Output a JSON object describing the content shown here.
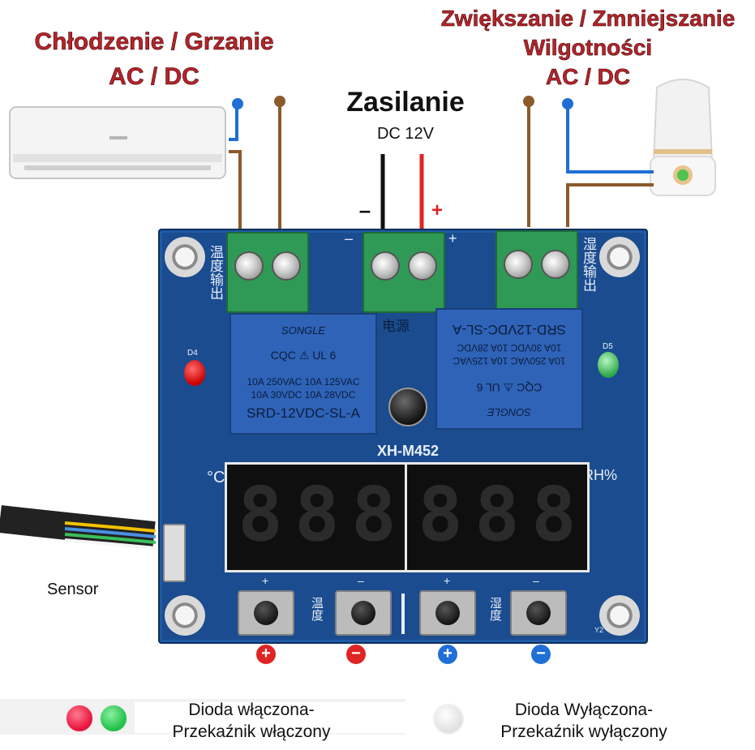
{
  "labels": {
    "cooling_heating_line1": "Chłodzenie / Grzanie",
    "cooling_heating_line2": "AC / DC",
    "humidity_line1": "Zwiększanie / Zmniejszanie",
    "humidity_line2": "Wilgotności",
    "humidity_line3": "AC / DC",
    "power_title": "Zasilanie",
    "power_voltage": "DC 12V",
    "minus_sign": "–",
    "plus_sign": "+",
    "sensor": "Sensor"
  },
  "board": {
    "model": "XH-M452",
    "left_output_label": "温度输出",
    "right_output_label": "湿度输出",
    "power_label": "电源",
    "pcb_minus": "–",
    "pcb_plus": "+",
    "unit_celsius": "°C",
    "unit_rh": "RH%",
    "led_left_label": "D4",
    "led_right_label": "D5",
    "corner_label": "Y2",
    "temp_label": "温度",
    "hum_label": "湿度",
    "btn_plus_mark": "+",
    "btn_minus_mark": "–",
    "relay_left": {
      "brand": "SONGLE",
      "rating1": "10A 250VAC  10A 125VAC",
      "rating2": "10A 30VDC  10A 28VDC",
      "model": "SRD-12VDC-SL-A",
      "certs": "CQC ⚠ UL  6"
    },
    "relay_right": {
      "brand": "SONGLE",
      "rating1": "10A 250VAC  10A 125VAC",
      "rating2": "10A 30VDC  10A 28VDC",
      "model": "SRD-12VDC-SL-A",
      "certs": "CQC ⚠ UL  6"
    },
    "display_digits": [
      "8",
      "8",
      "8",
      "8",
      "8",
      "8"
    ]
  },
  "buttons": [
    {
      "sign": "+",
      "color": "#e02424"
    },
    {
      "sign": "−",
      "color": "#e02424"
    },
    {
      "sign": "+",
      "color": "#1f6fd6"
    },
    {
      "sign": "−",
      "color": "#1f6fd6"
    }
  ],
  "legend": {
    "on_line1": "Dioda włączona-",
    "on_line2": "Przekaźnik włączony",
    "off_line1": "Dioda Wyłączona-",
    "off_line2": "Przekaźnik wyłączony",
    "on_colors": [
      "#e8163f",
      "#22c24a"
    ],
    "off_color": "#e6e6e6"
  },
  "colors": {
    "title_red": "#b8232a",
    "pcb_blue": "#1a4c8f",
    "wire_brown": "#8b5a2b",
    "wire_blue": "#1f6fd6",
    "wire_red": "#e02424",
    "wire_black": "#111111"
  }
}
